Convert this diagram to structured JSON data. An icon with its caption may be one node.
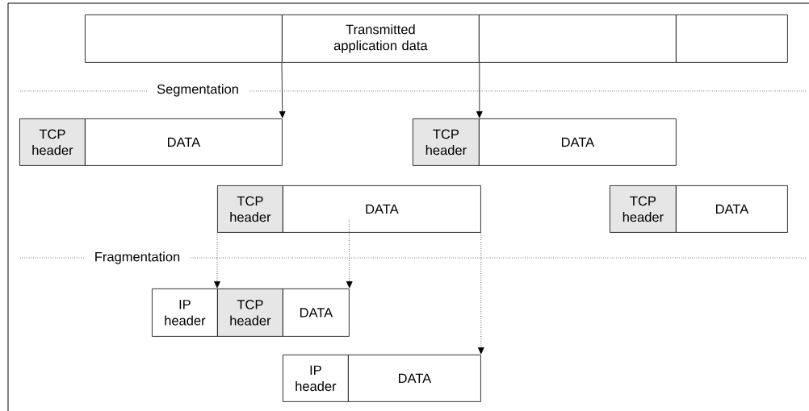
{
  "diagram": {
    "nodes": [
      {
        "text": [],
        "shape": "box"
      },
      {
        "text": [
          "Transmitted application data"
        ]
      },
      {
        "text": [],
        "shape": "box"
      },
      {
        "text": [],
        "shape": "box"
      },
      {
        "text": [
          "TCP header"
        ]
      },
      {
        "text": [
          "DATA"
        ]
      },
      {
        "text": [
          "TCP header"
        ]
      },
      {
        "text": [
          "DATA"
        ]
      },
      {
        "text": [
          "TCP header"
        ]
      },
      {
        "text": [
          "DATA"
        ]
      },
      {
        "text": [
          "TCP header"
        ]
      },
      {
        "text": [
          "DATA"
        ]
      },
      {
        "text": [
          "IP header"
        ]
      },
      {
        "text": [
          "TCP header"
        ]
      },
      {
        "text": [
          "DATA"
        ]
      },
      {
        "text": [
          "IP header"
        ]
      },
      {
        "text": [
          "DATA"
        ]
      }
    ],
    "edges": [
      {
        "from": 1,
        "to": 5,
        "arrow": "to"
      },
      {
        "from": 1,
        "to": 6,
        "arrow": "to"
      },
      {
        "from": 8,
        "to": 13,
        "arrow": "to",
        "style": "dashed"
      },
      {
        "from": 9,
        "to": 14,
        "arrow": "to",
        "style": "dashed"
      },
      {
        "from": 9,
        "to": 16,
        "arrow": "to",
        "style": "dashed"
      }
    ],
    "labels": [
      "Segmentation",
      "Fragmentation"
    ]
  }
}
